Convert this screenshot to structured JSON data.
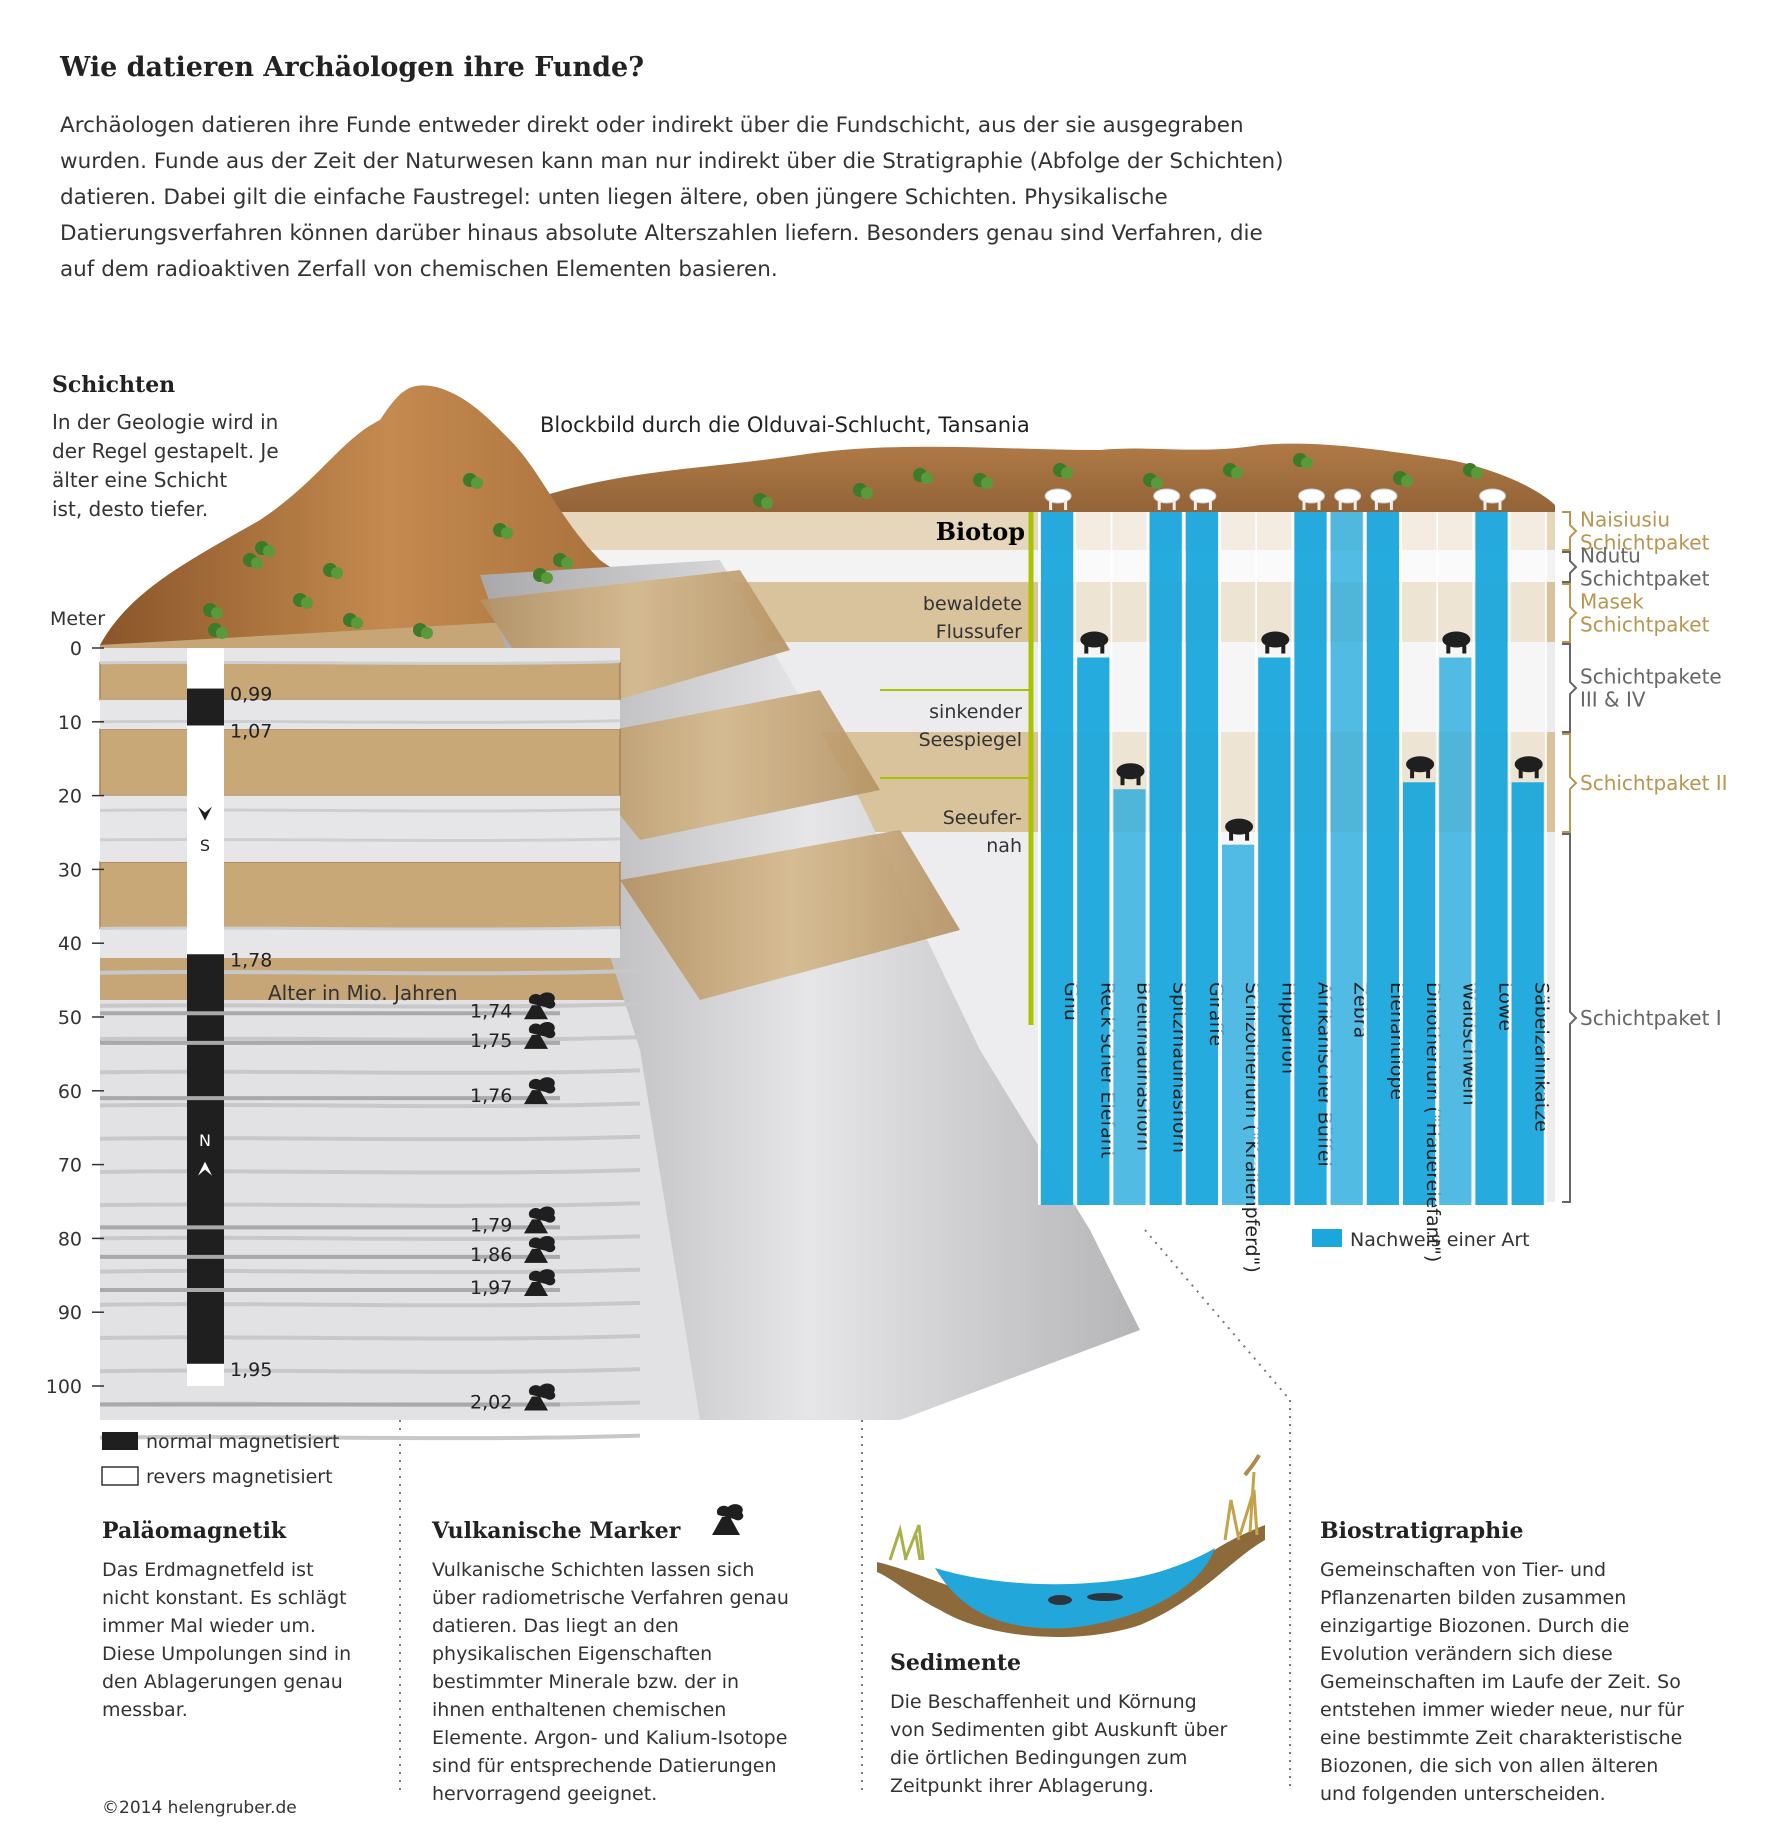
{
  "title": "Wie datieren Archäologen ihre Funde?",
  "intro_lines": [
    "Archäologen datieren ihre Funde entweder direkt oder indirekt über die Fundschicht, aus der sie ausgegraben",
    "wurden. Funde aus der Zeit der Naturwesen kann man nur indirekt über die Stratigraphie (Abfolge der Schichten)",
    "datieren. Dabei gilt die einfache Faustregel: unten liegen ältere, oben jüngere Schichten. Physikalische",
    "Datierungsverfahren können darüber hinaus absolute Alterszahlen liefern. Besonders genau sind Verfahren, die",
    "auf dem radioaktiven Zerfall von chemischen Elementen basieren."
  ],
  "schichten": {
    "heading": "Schichten",
    "lines": [
      "In der Geologie wird in",
      "der Regel gestapelt. Je",
      "älter eine  Schicht",
      "ist, desto tiefer."
    ]
  },
  "blockbild_caption": "Blockbild durch die Olduvai-Schlucht, Tansania",
  "depth_axis": {
    "unit_label": "Meter",
    "ticks": [
      "0",
      "10",
      "20",
      "30",
      "40",
      "50",
      "60",
      "70",
      "80",
      "90",
      "100"
    ]
  },
  "magnetic_column": {
    "segments": [
      {
        "from": 0,
        "to": 5.5,
        "polarity": "revers"
      },
      {
        "from": 5.5,
        "to": 10.5,
        "polarity": "normal"
      },
      {
        "from": 10.5,
        "to": 41.5,
        "polarity": "revers"
      },
      {
        "from": 41.5,
        "to": 97,
        "polarity": "normal"
      },
      {
        "from": 97,
        "to": 100,
        "polarity": "revers"
      }
    ],
    "boundary_labels": [
      {
        "depth": 5.5,
        "text": "0,99"
      },
      {
        "depth": 10.5,
        "text": "1,07"
      },
      {
        "depth": 41.5,
        "text": "1,78"
      },
      {
        "depth": 97,
        "text": "1,95"
      }
    ],
    "pole_reversed": "S",
    "pole_normal": "N",
    "age_label": "Alter in Mio. Jahren"
  },
  "volcanic_layers": [
    {
      "depth": 49.5,
      "age": "1,74"
    },
    {
      "depth": 53.5,
      "age": "1,75"
    },
    {
      "depth": 61,
      "age": "1,76"
    },
    {
      "depth": 78.5,
      "age": "1,79"
    },
    {
      "depth": 82.5,
      "age": "1,86"
    },
    {
      "depth": 87,
      "age": "1,97"
    },
    {
      "depth": 102.5,
      "age": "2,02"
    }
  ],
  "biotop": {
    "label": "Biotop",
    "zones": [
      "bewaldete Flussufer",
      "sinkender Seespiegel",
      "Seeufer-nah"
    ]
  },
  "schichtpakete": [
    {
      "name": "Naisiusiu Schichtpaket",
      "color": "#b89550"
    },
    {
      "name": "Ndutu Schichtpaket",
      "color": "#666666"
    },
    {
      "name": "Masek Schichtpaket",
      "color": "#b89550"
    },
    {
      "name": "Schichtpakete III & IV",
      "color": "#666666"
    },
    {
      "name": "Schichtpaket II",
      "color": "#b89550"
    },
    {
      "name": "Schichtpaket I",
      "color": "#666666"
    }
  ],
  "species": [
    {
      "name": "Gnu",
      "present_from": 0
    },
    {
      "name": "Reck’scher Elefant",
      "present_from": 0.21
    },
    {
      "name": "Breitmaulnashorn",
      "present_from": 0.4
    },
    {
      "name": "Spitzmaulnashorn",
      "present_from": 0
    },
    {
      "name": "Giraffe",
      "present_from": 0
    },
    {
      "name": "Schizotherium (\"Krallenpferd\")",
      "present_from": 0.48
    },
    {
      "name": "Hipparion",
      "present_from": 0.21
    },
    {
      "name": "Afrikanischer Büffel",
      "present_from": 0
    },
    {
      "name": "Zebra",
      "present_from": 0
    },
    {
      "name": "Elenantilope",
      "present_from": 0
    },
    {
      "name": "Dinotherium (\"Hauerelefant\")",
      "present_from": 0.39
    },
    {
      "name": "Waldschwein",
      "present_from": 0.21
    },
    {
      "name": "Löwe",
      "present_from": 0
    },
    {
      "name": "Säbelzahnkatze",
      "present_from": 0.39
    }
  ],
  "legend": {
    "species_presence": "Nachweis einer Art",
    "normal": "normal magnetisiert",
    "revers": "revers magnetisiert",
    "species_color": "#1aa7dc"
  },
  "sections": [
    {
      "heading": "Paläomagnetik",
      "lines": [
        "Das Erdmagnetfeld ist",
        "nicht konstant. Es schlägt",
        "immer Mal wieder um.",
        "Diese Umpolungen sind in",
        "den Ablagerungen genau",
        "messbar."
      ]
    },
    {
      "heading": "Vulkanische Marker",
      "lines": [
        "Vulkanische Schichten lassen sich",
        "über radiometrische Verfahren genau",
        "datieren. Das liegt an den",
        "physikalischen Eigenschaften",
        "bestimmter Minerale bzw. der in",
        "ihnen enthaltenen chemischen",
        "Elemente. Argon- und Kalium-Isotope",
        "sind für entsprechende Datierungen",
        "hervorragend geeignet."
      ]
    },
    {
      "heading": "Sedimente",
      "lines": [
        "Die Beschaffenheit und Körnung",
        "von Sedimenten gibt Auskunft über",
        "die örtlichen Bedingungen zum",
        "Zeitpunkt ihrer Ablagerung."
      ]
    },
    {
      "heading": "Biostratigraphie",
      "lines": [
        "Gemeinschaften von Tier- und",
        "Pflanzenarten bilden zusammen",
        "einzigartige Biozonen. Durch die",
        "Evolution verändern sich diese",
        "Gemeinschaften im Laufe der Zeit. So",
        "entstehen immer wieder neue, nur für",
        "eine bestimmte Zeit charakteristische",
        "Biozonen, die sich von allen älteren",
        "und folgenden unterscheiden."
      ]
    }
  ],
  "colors": {
    "sand": "#c9a878",
    "sand_dark": "#a8845a",
    "mountain": "#b57a45",
    "grey_layer": "#e2e2e4",
    "accent_green": "#a8c400"
  },
  "copyright": "©2014 helengruber.de"
}
